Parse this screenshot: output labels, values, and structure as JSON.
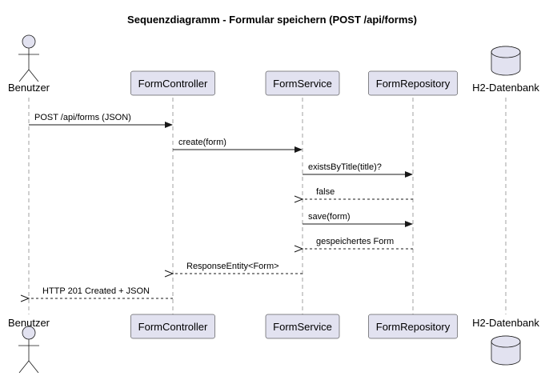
{
  "title": "Sequenzdiagramm - Formular speichern (POST /api/forms)",
  "participants": [
    {
      "id": "benutzer",
      "label": "Benutzer",
      "kind": "actor"
    },
    {
      "id": "formcontroller",
      "label": "FormController",
      "kind": "participant"
    },
    {
      "id": "formservice",
      "label": "FormService",
      "kind": "participant"
    },
    {
      "id": "formrepository",
      "label": "FormRepository",
      "kind": "participant"
    },
    {
      "id": "h2",
      "label": "H2-Datenbank",
      "kind": "database"
    }
  ],
  "messages": [
    {
      "from": "benutzer",
      "to": "formcontroller",
      "label": "POST /api/forms (JSON)",
      "type": "sync"
    },
    {
      "from": "formcontroller",
      "to": "formservice",
      "label": "create(form)",
      "type": "sync"
    },
    {
      "from": "formservice",
      "to": "formrepository",
      "label": "existsByTitle(title)?",
      "type": "sync"
    },
    {
      "from": "formrepository",
      "to": "formservice",
      "label": "false",
      "type": "return"
    },
    {
      "from": "formservice",
      "to": "formrepository",
      "label": "save(form)",
      "type": "sync"
    },
    {
      "from": "formrepository",
      "to": "formservice",
      "label": "gespeichertes Form",
      "type": "return"
    },
    {
      "from": "formservice",
      "to": "formcontroller",
      "label": "ResponseEntity<Form>",
      "type": "return"
    },
    {
      "from": "formcontroller",
      "to": "benutzer",
      "label": "HTTP 201 Created + JSON",
      "type": "return"
    }
  ],
  "colors": {
    "participant_fill": "#e2e2f0",
    "border": "#181818",
    "lifeline": "#a0a0a0"
  }
}
